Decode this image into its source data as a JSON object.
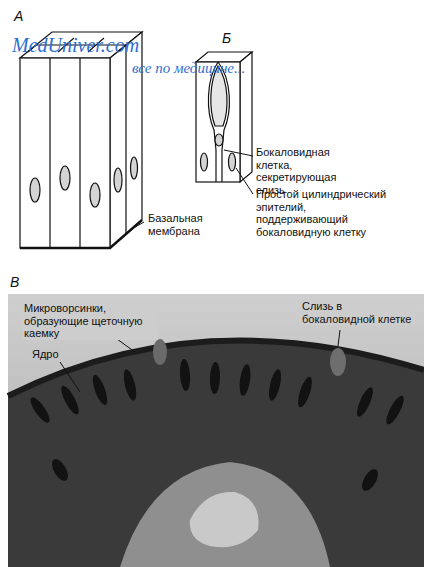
{
  "diagram": {
    "labels": [
      "А",
      "MedUniver.com",
      "все по медицине...",
      "Базальная мембрана",
      "Б",
      "Бокаловидная клетка, секретирующая слизь",
      "Простой цилиндрический эпителий, поддерживающий бокаловидную клетку",
      "В",
      "Микроворсинки, образующие щеточную каемку",
      "Слизь в бокаловидной клетке",
      "Ядро"
    ]
  }
}
